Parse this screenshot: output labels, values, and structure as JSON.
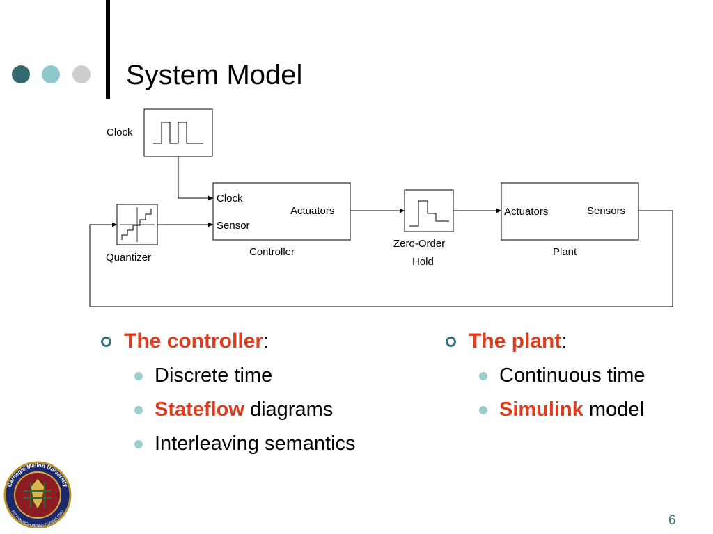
{
  "slide": {
    "title": "System Model",
    "page_number": "6",
    "dot_colors": [
      "#336a6e",
      "#8cc8cc",
      "#cdcdcd"
    ],
    "accent_color": "#e03c1e"
  },
  "diagram": {
    "blocks": {
      "clock": {
        "label": "Clock",
        "icon": "pulse-wave-icon"
      },
      "quantizer": {
        "label": "Quantizer",
        "icon": "staircase-icon"
      },
      "controller": {
        "label": "Controller",
        "port_in_1": "Clock",
        "port_in_2": "Sensor",
        "port_out": "Actuators"
      },
      "zoh": {
        "label_line1": "Zero-Order",
        "label_line2": "Hold",
        "icon": "step-hold-icon"
      },
      "plant": {
        "label": "Plant",
        "port_in": "Actuators",
        "port_out": "Sensors"
      }
    }
  },
  "bullets": {
    "left": {
      "heading": "The controller",
      "suffix": ":",
      "items": [
        {
          "bold": "",
          "text": "Discrete time"
        },
        {
          "bold": "Stateflow",
          "text": " diagrams"
        },
        {
          "bold": "",
          "text": "Interleaving semantics"
        }
      ]
    },
    "right": {
      "heading": "The plant",
      "suffix": ":",
      "items": [
        {
          "bold": "",
          "text": "Continuous time"
        },
        {
          "bold": "Simulink",
          "text": " model"
        }
      ]
    }
  },
  "logo": {
    "text_top": "Carnegie Mellon University",
    "text_bottom": "PITTSBURGH PENNSYLVANIA 1900"
  }
}
